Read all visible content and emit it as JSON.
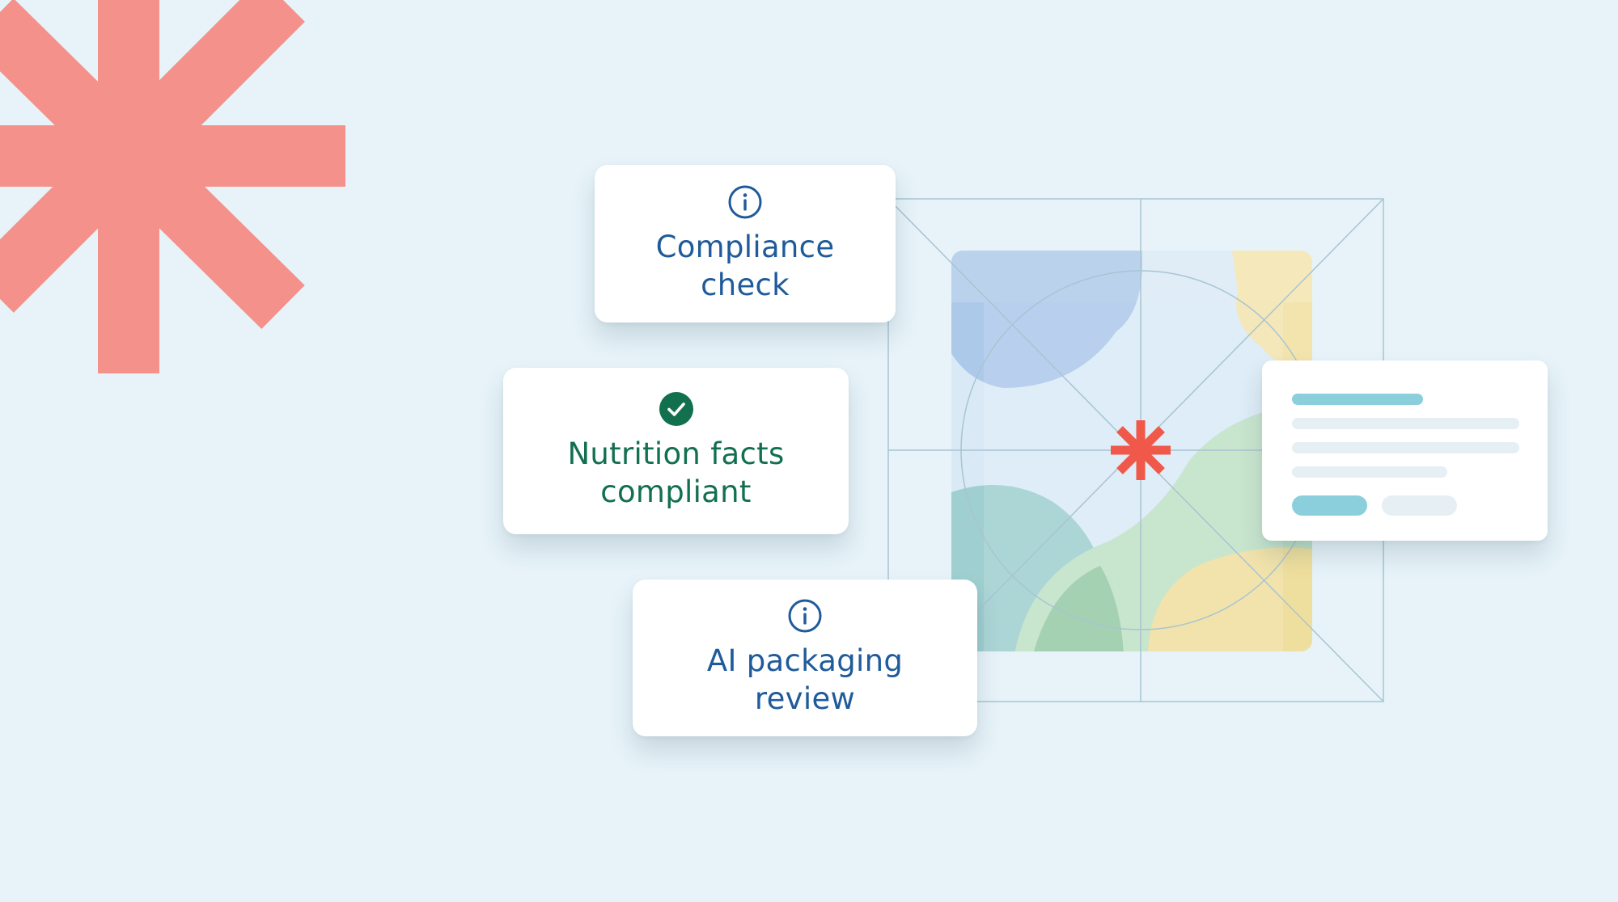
{
  "cards": {
    "compliance": {
      "line1": "Compliance",
      "line2": "check",
      "icon": "info-circle-icon",
      "color": "#1f5b9a"
    },
    "nutrition": {
      "line1": "Nutrition facts",
      "line2": "compliant",
      "icon": "check-circle-icon",
      "color": "#12704f"
    },
    "ai_review": {
      "line1": "AI packaging",
      "line2": "review",
      "icon": "info-circle-icon",
      "color": "#1f5b9a"
    }
  },
  "colors": {
    "background": "#e7f3f9",
    "coral_asterisk": "#f4918b",
    "red_asterisk": "#f0584a",
    "bar_accent": "#8ccfdc",
    "bar_muted": "#e5eff4",
    "guide_lines": "#a9c4d2"
  },
  "decor": {
    "background_icon": "asterisk-icon",
    "center_icon": "asterisk-icon"
  }
}
